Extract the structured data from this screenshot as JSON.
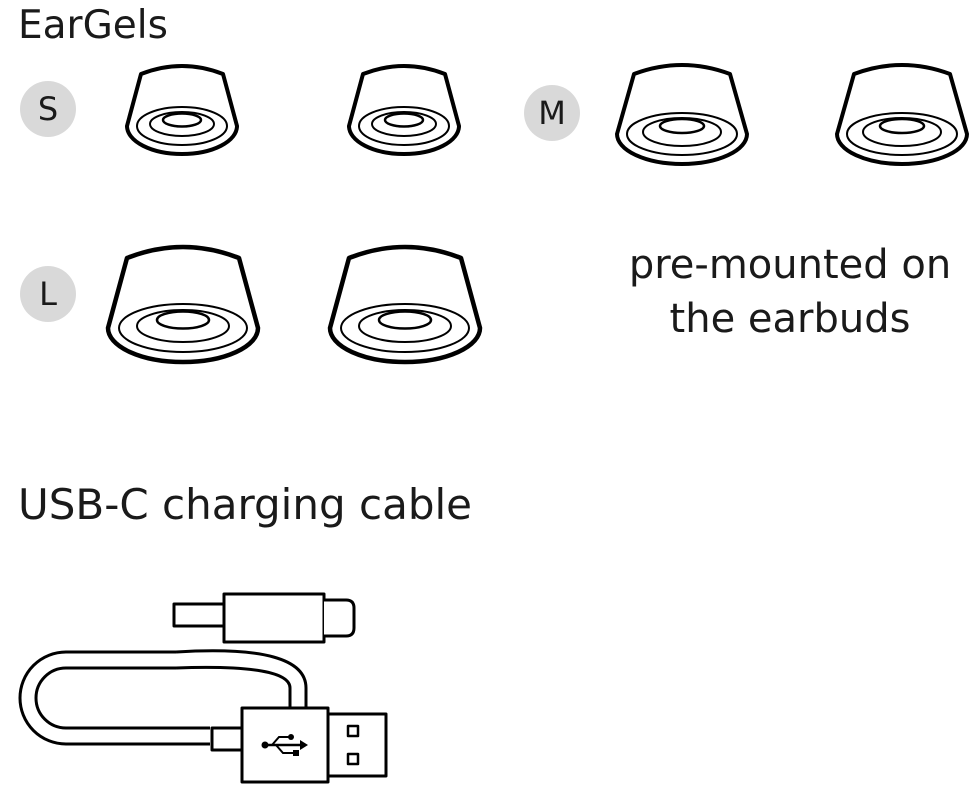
{
  "eargels": {
    "title": "EarGels",
    "sizes": [
      {
        "id": "s",
        "label": "S"
      },
      {
        "id": "m",
        "label": "M"
      },
      {
        "id": "l",
        "label": "L"
      }
    ],
    "note_line1": "pre-mounted on",
    "note_line2": "the earbuds"
  },
  "cable": {
    "title": "USB-C charging cable",
    "icon": "usb-icon"
  },
  "colors": {
    "line": "#000000",
    "badge": "#d9d9d9",
    "text": "#1a1a1a"
  }
}
